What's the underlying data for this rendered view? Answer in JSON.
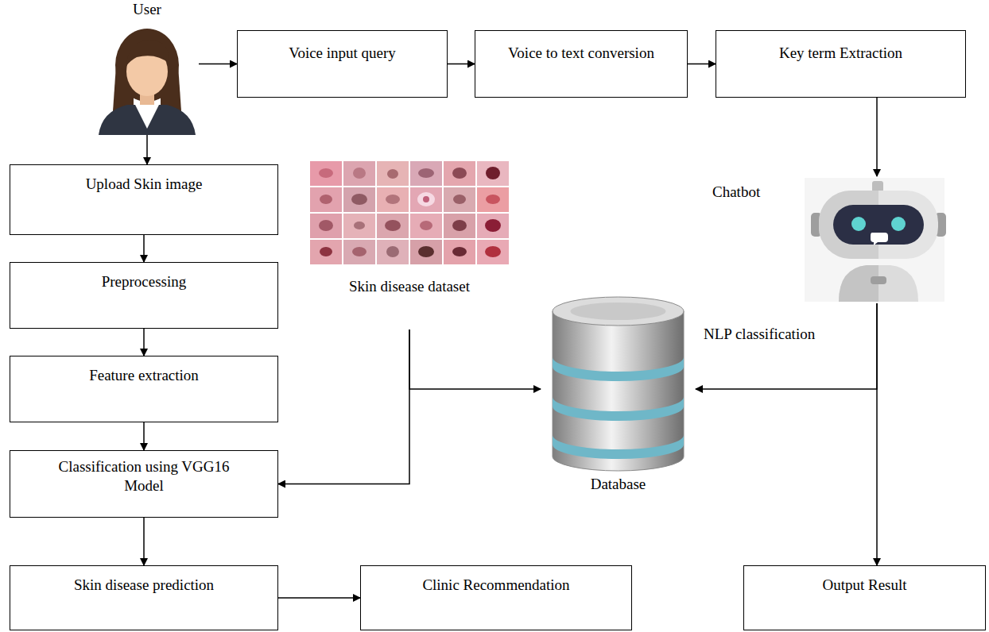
{
  "diagram": {
    "nodes": [
      {
        "text": [
          "User"
        ]
      },
      {
        "text": [
          "Voice input query"
        ]
      },
      {
        "text": [
          "Voice to text conversion"
        ]
      },
      {
        "text": [
          "Key term Extraction"
        ]
      },
      {
        "text": [
          "Upload Skin image"
        ]
      },
      {
        "text": [
          "Skin disease dataset"
        ]
      },
      {
        "text": [
          "Chatbot"
        ]
      },
      {
        "text": [
          "Preprocessing"
        ]
      },
      {
        "text": [
          "Database"
        ]
      },
      {
        "text": [
          "Feature extraction"
        ]
      },
      {
        "text": [
          "Classification using VGG16 Model"
        ]
      },
      {
        "text": [
          "Skin disease prediction"
        ]
      },
      {
        "text": [
          "Clinic Recommendation"
        ]
      },
      {
        "text": [
          "Output Result"
        ]
      }
    ],
    "edges": [
      {
        "from": 0,
        "to": 1,
        "arrow": "to"
      },
      {
        "from": 1,
        "to": 2,
        "arrow": "to"
      },
      {
        "from": 2,
        "to": 3,
        "arrow": "to"
      },
      {
        "from": 3,
        "to": 6,
        "arrow": "to"
      },
      {
        "from": 0,
        "to": 4,
        "arrow": "to"
      },
      {
        "from": 4,
        "to": 7,
        "arrow": "to"
      },
      {
        "from": 7,
        "to": 9,
        "arrow": "to"
      },
      {
        "from": 9,
        "to": 10,
        "arrow": "to"
      },
      {
        "from": 10,
        "to": 11,
        "arrow": "to"
      },
      {
        "from": 11,
        "to": 12,
        "arrow": "to"
      },
      {
        "from": 5,
        "to": 8,
        "arrow": "to"
      },
      {
        "from": 5,
        "to": 10,
        "arrow": "to"
      },
      {
        "from": 6,
        "to": 8,
        "arrow": "to"
      },
      {
        "from": 6,
        "to": 13,
        "arrow": "to"
      }
    ],
    "labels": [
      "NLP classification"
    ]
  }
}
